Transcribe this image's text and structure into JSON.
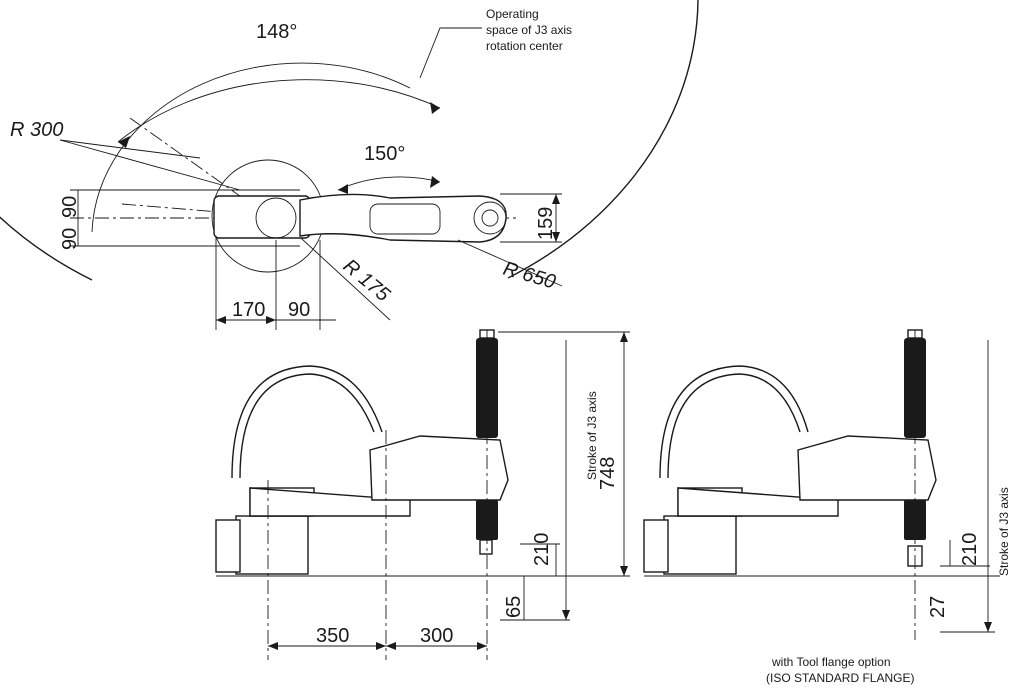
{
  "top_view": {
    "angle_outer": "148°",
    "angle_inner": "150°",
    "radius_300": "R 300",
    "radius_175": "R 175",
    "radius_650": "R 650",
    "dim_90_a": "90",
    "dim_90_b": "90",
    "dim_159": "159",
    "dim_170": "170",
    "dim_90_c": "90",
    "note_line1": "Operating",
    "note_line2": "space of J3 axis",
    "note_line3": "rotation center"
  },
  "side_view": {
    "dim_350": "350",
    "dim_300": "300",
    "dim_748": "748",
    "dim_210": "210",
    "dim_65": "65",
    "stroke_label": "Stroke of J3 axis"
  },
  "flange_view": {
    "dim_210": "210",
    "dim_27": "27",
    "stroke_label": "Stroke of J3 axis",
    "caption_line1": "with Tool flange option",
    "caption_line2": "(ISO STANDARD FLANGE)"
  }
}
